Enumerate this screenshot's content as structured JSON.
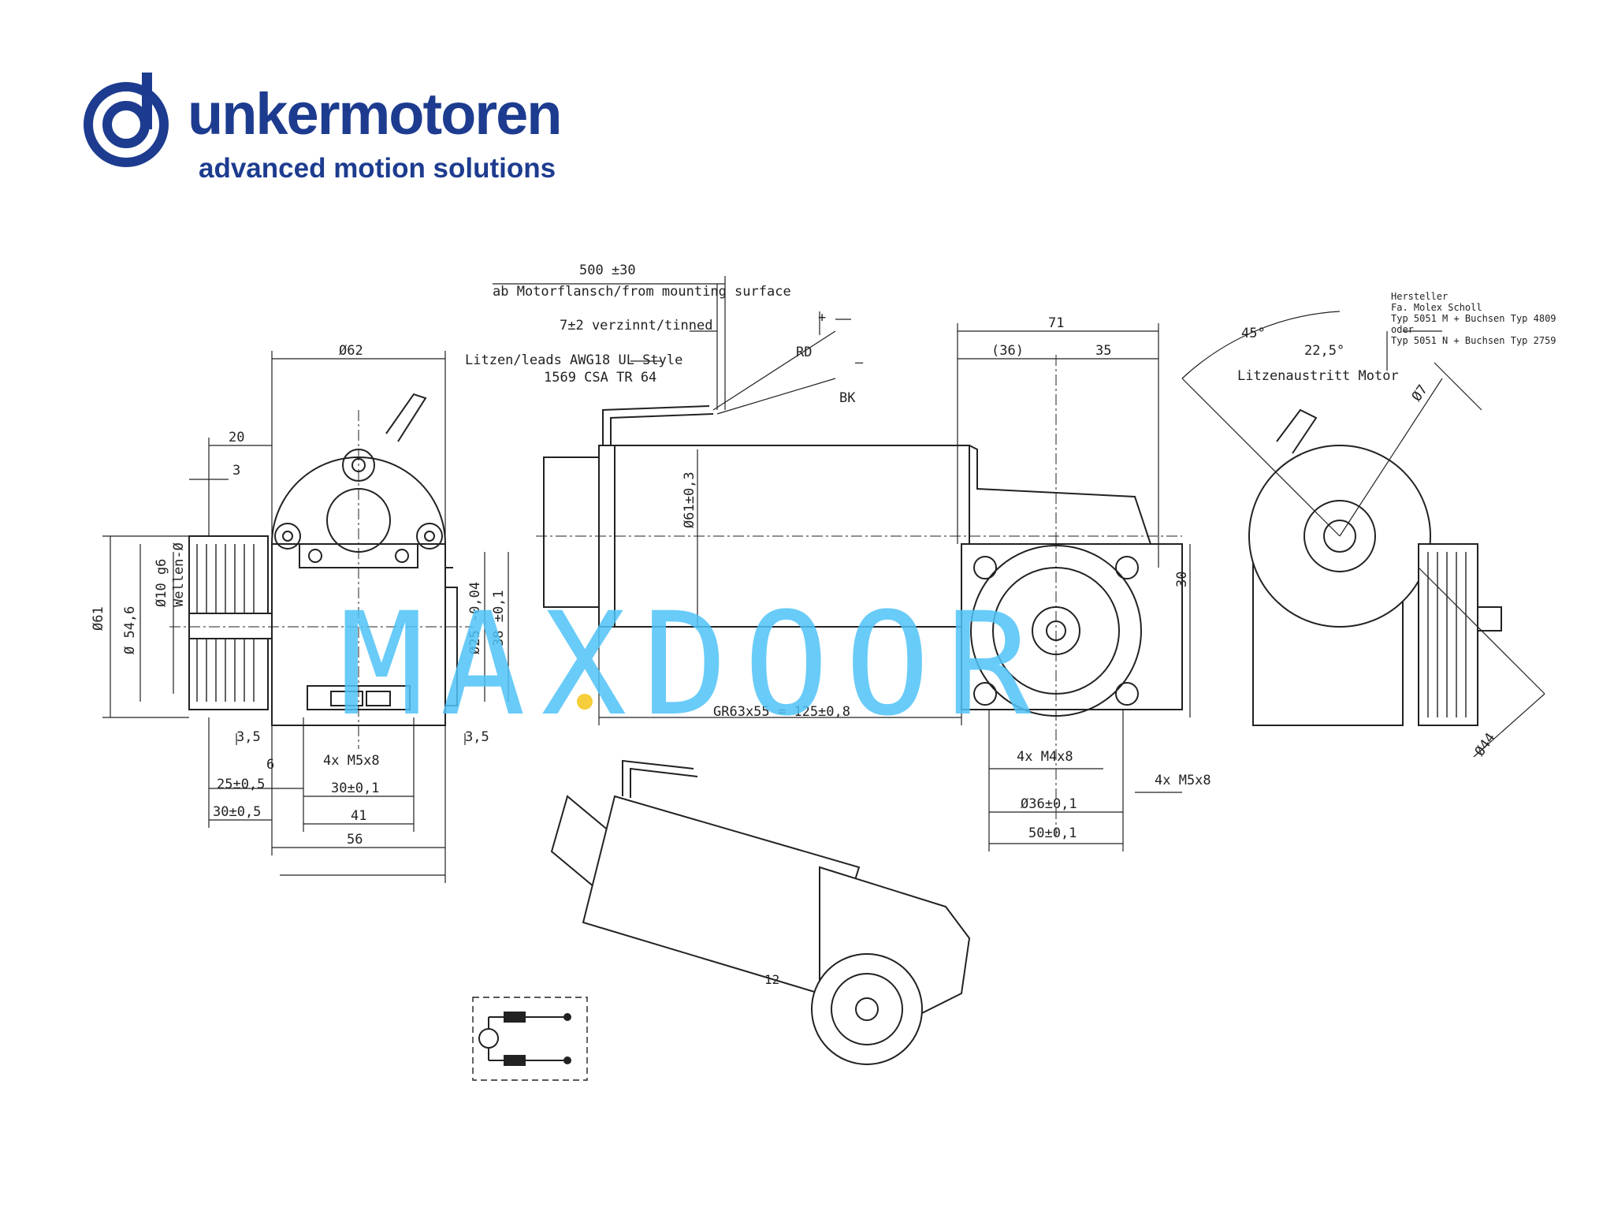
{
  "brand": {
    "name": "unkermotoren",
    "logo_letter": "d",
    "tagline": "advanced motion solutions",
    "color": "#1d3c8f"
  },
  "watermark": {
    "text": "MAXDOOR",
    "color": "#4fc3f7",
    "dot_color": "#f5c518"
  },
  "drawing": {
    "front_view": {
      "dims": [
        "Ø62",
        "20",
        "3",
        "Ø61",
        "Ø 54,6",
        "Ø10 g6",
        "Wellen-Ø",
        "Ø25 -0,04",
        "38 ±0,1",
        "3,5",
        "3,5",
        "6",
        "4x M5x8",
        "25±0,5",
        "30±0,1",
        "30±0,5",
        "41",
        "56"
      ]
    },
    "side_view": {
      "dims": [
        "500 ±30",
        "ab Motorflansch/from mounting surface",
        "7±2 verzinnt/tinned",
        "Litzen/leads AWG18 UL Style",
        "1569 CSA TR 64",
        "RD",
        "BK",
        "Ø61±0,3",
        "GR63x55 = 125±0,8",
        "+",
        "—"
      ]
    },
    "gear_view": {
      "dims": [
        "71",
        "(36)",
        "35",
        "30",
        "4x M4x8",
        "4x M5x8",
        "Ø36±0,1",
        "50±0,1"
      ]
    },
    "rear_view": {
      "dims": [
        "45°",
        "22,5°",
        "Litzenaustritt Motor",
        "Ø44",
        "Ø7"
      ],
      "note_lines": [
        "Hersteller",
        "Fa. Molex Scholl",
        "Typ 5051 M + Buchsen Typ 4809",
        "oder",
        "Typ 5051 N + Buchsen Typ 2759"
      ]
    },
    "iso_view": {
      "label": "12"
    }
  }
}
